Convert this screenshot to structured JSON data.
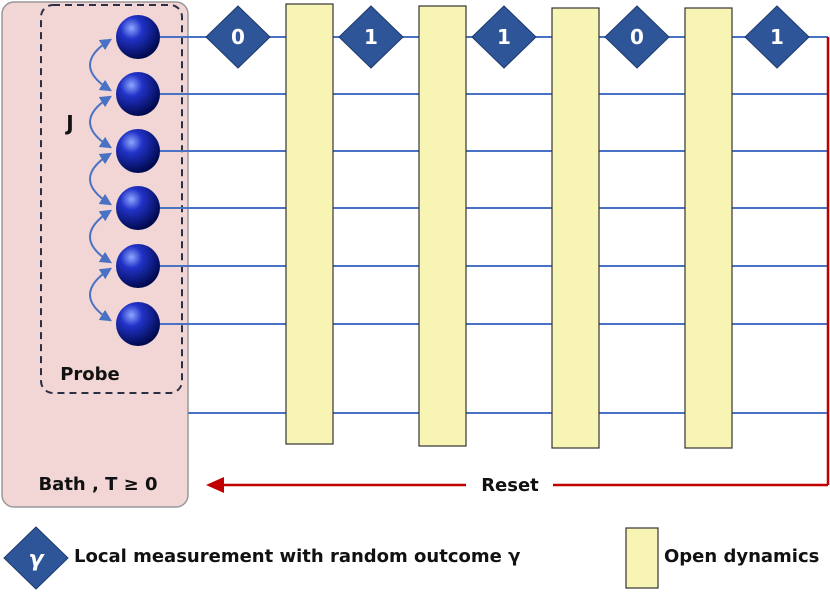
{
  "labels": {
    "coupling": "J",
    "probe": "Probe",
    "bath": "Bath , T ≥ 0",
    "reset": "Reset"
  },
  "measurements": [
    "0",
    "1",
    "1",
    "0",
    "1"
  ],
  "legend": {
    "measurement_symbol": "γ",
    "measurement_text": "Local measurement with random outcome γ",
    "dynamics_text": "Open dynamics"
  },
  "colors": {
    "bath_fill": "#f2d6d6",
    "line": "#4a72c4",
    "diamond": "#2e5597",
    "block": "#f8f4b4",
    "reset_arrow": "#c00000"
  },
  "qubit_count": 6,
  "dynamics_block_count": 4
}
